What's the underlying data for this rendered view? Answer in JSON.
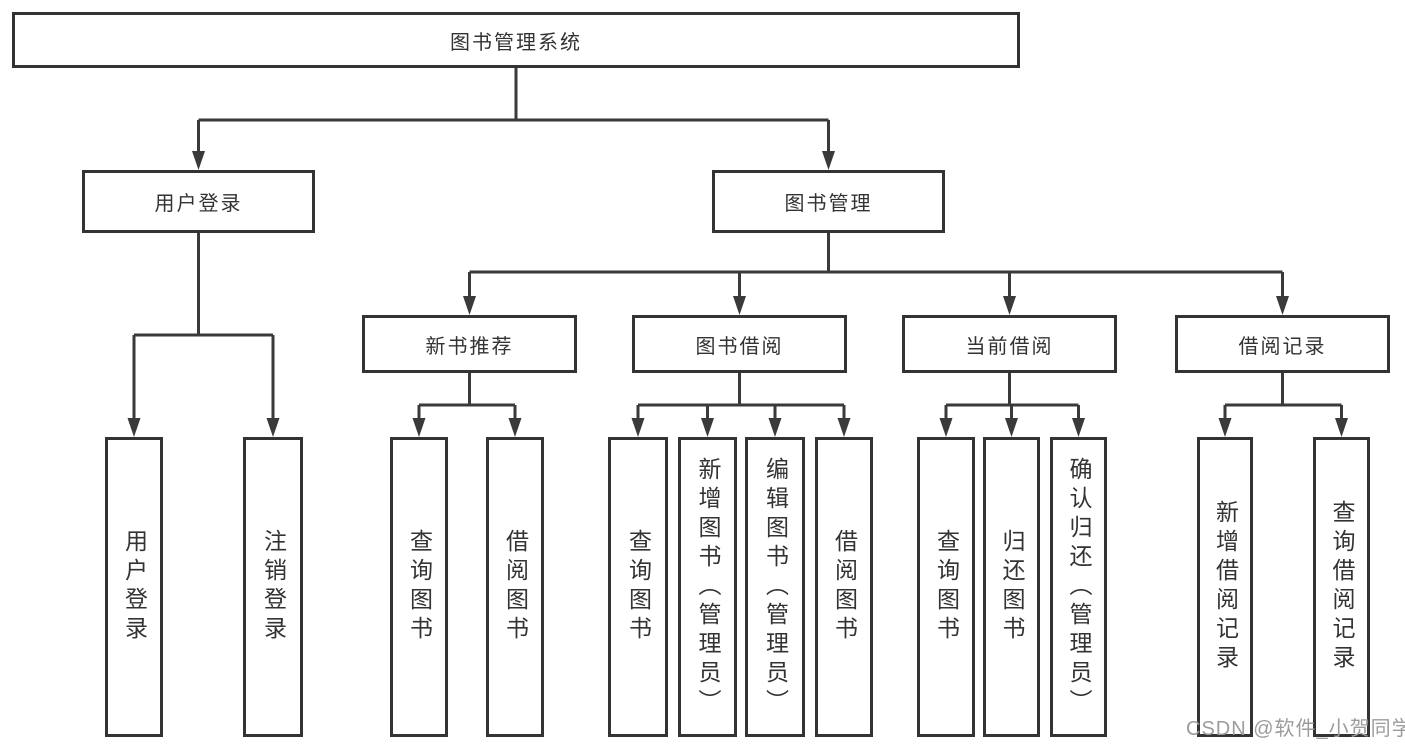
{
  "diagram": {
    "root": {
      "label": "图书管理系统",
      "children": [
        {
          "label": "用户登录",
          "children": [
            {
              "label": "用户登录"
            },
            {
              "label": "注销登录"
            }
          ]
        },
        {
          "label": "图书管理",
          "children": [
            {
              "label": "新书推荐",
              "children": [
                {
                  "label": "查询图书"
                },
                {
                  "label": "借阅图书"
                }
              ]
            },
            {
              "label": "图书借阅",
              "children": [
                {
                  "label": "查询图书"
                },
                {
                  "label": "新增图书（管理员）"
                },
                {
                  "label": "编辑图书（管理员）"
                },
                {
                  "label": "借阅图书"
                }
              ]
            },
            {
              "label": "当前借阅",
              "children": [
                {
                  "label": "查询图书"
                },
                {
                  "label": "归还图书"
                },
                {
                  "label": "确认归还（管理员）"
                }
              ]
            },
            {
              "label": "借阅记录",
              "children": [
                {
                  "label": "新增借阅记录"
                },
                {
                  "label": "查询借阅记录"
                }
              ]
            }
          ]
        }
      ]
    },
    "colors": {
      "line": "#3a3a3a",
      "box_border": "#333333",
      "text": "#333333",
      "background": "#ffffff",
      "watermark": "#9c9c9c"
    }
  },
  "watermark": {
    "text": "CSDN @软件_小贺同学"
  }
}
